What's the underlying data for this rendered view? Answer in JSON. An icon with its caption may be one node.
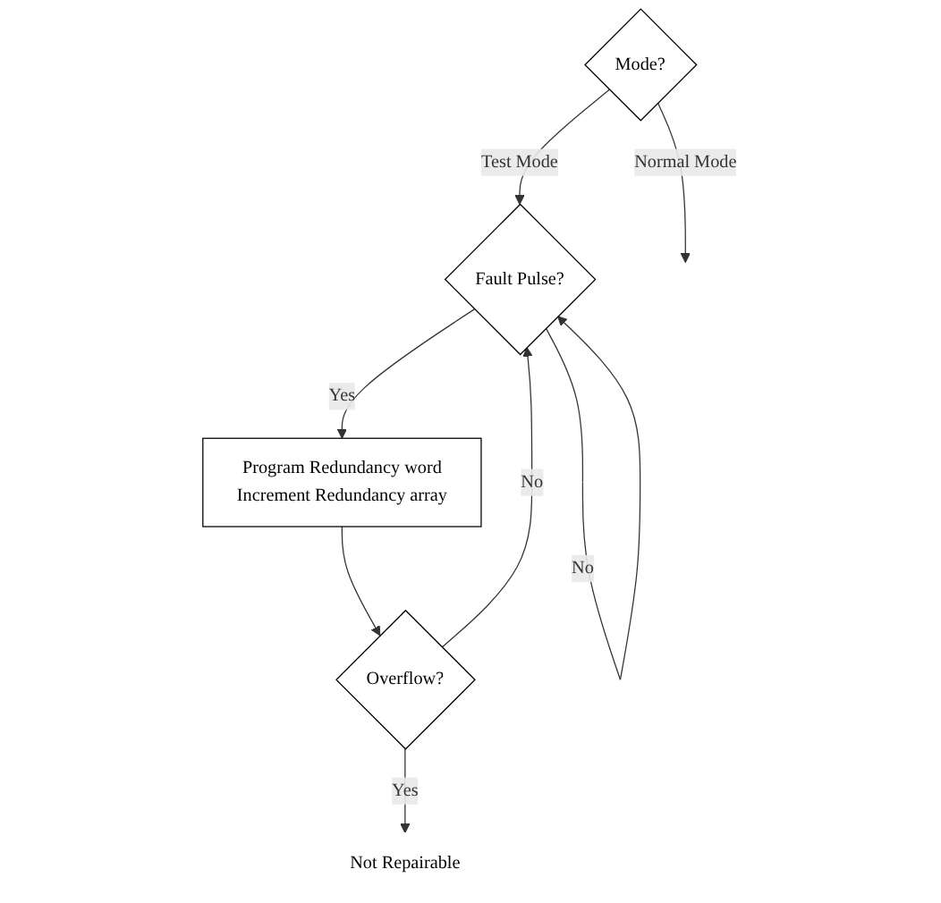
{
  "diagram": {
    "nodes": [
      {
        "text": [
          "Mode?"
        ]
      },
      {
        "text": [
          "Fault Pulse?"
        ]
      },
      {
        "text": [
          "Program Redundancy word",
          "Increment Redundancy array"
        ]
      },
      {
        "text": [
          "Overflow?"
        ]
      },
      {
        "text": [
          "Not Repairable"
        ]
      }
    ],
    "edges": [
      {
        "from": 0,
        "to": null,
        "arrow": "to",
        "label": "Normal Mode"
      },
      {
        "from": 0,
        "to": 1,
        "arrow": "to",
        "label": "Test Mode"
      },
      {
        "from": 1,
        "to": 1,
        "arrow": "to",
        "label": "No"
      },
      {
        "from": 1,
        "to": 2,
        "arrow": "to",
        "label": "Yes"
      },
      {
        "from": 2,
        "to": 3,
        "arrow": "to"
      },
      {
        "from": 3,
        "to": 1,
        "arrow": "to",
        "label": "No"
      },
      {
        "from": 3,
        "to": 4,
        "arrow": "to",
        "label": "Yes"
      }
    ]
  }
}
